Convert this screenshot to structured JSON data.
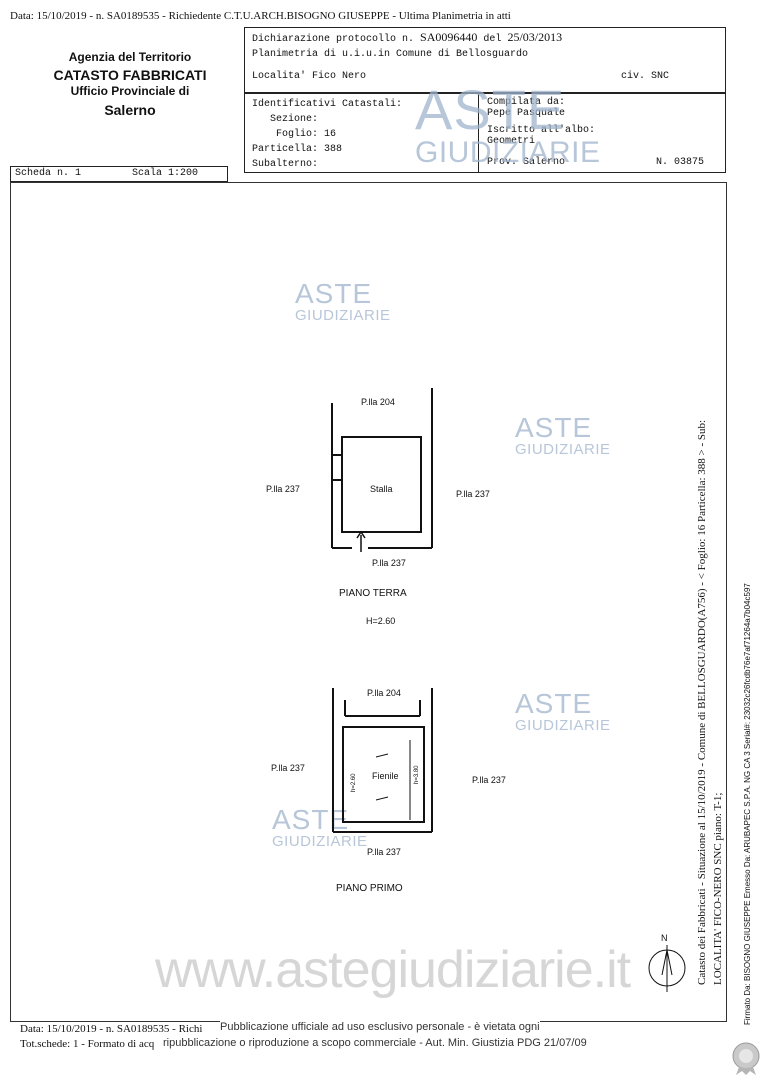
{
  "header_line": "Data: 15/10/2019 -  n. SA0189535 - Richiedente C.T.U.ARCH.BISOGNO GIUSEPPE - Ultima Planimetria in atti",
  "agency": {
    "line1": "Agenzia del Territorio",
    "line2": "CATASTO FABBRICATI",
    "line3": "Ufficio Provinciale di",
    "line4": "Salerno"
  },
  "declaration": {
    "label": "Dichiarazione protocollo n.",
    "number": "SA0096440",
    "del": "del",
    "date": "25/03/2013",
    "planimetria": "Planimetria di u.i.u.in Comune di Bellosguardo",
    "localita": "Localita' Fico Nero",
    "civ": "civ. SNC"
  },
  "identificativi": {
    "title": "Identificativi Catastali:",
    "sezione": "Sezione:",
    "foglio_label": "Foglio:",
    "foglio": "16",
    "particella_label": "Particella:",
    "particella": "388",
    "subalterno": "Subalterno:"
  },
  "compilata": {
    "title": "Compilata da:",
    "name": "Pepe Pasquale",
    "iscritto": "Iscritto all'albo:",
    "albo": "Geometri",
    "prov": "Prov. Salerno",
    "n": "N. 03875"
  },
  "scheda": {
    "label": "Scheda n. 1",
    "scala": "Scala 1:200"
  },
  "plan_terra": {
    "north": "P.lla 204",
    "west": "P.lla 237",
    "east": "P.lla 237",
    "south": "P.lla 237",
    "room": "Stalla",
    "title": "PIANO TERRA",
    "height": "H=2.60"
  },
  "plan_primo": {
    "north": "P.lla 204",
    "west": "P.lla 237",
    "east": "P.lla 237",
    "south": "P.lla 237",
    "room": "Fienile",
    "h_left": "h=2.60",
    "h_right": "h=3.80",
    "title": "PIANO PRIMO"
  },
  "north_label": "N",
  "side_text_1": "Catasto dei Fabbricati - Situazione al 15/10/2019 - Comune di BELLOSGUARDO(A756) - < Foglio: 16 Particella: 388 > - Sub:",
  "side_text_2": "LOCALITA' FICO-NERO SNC piano: T-1;",
  "side_text_3": "Firmato Da: BISOGNO GIUSEPPE Emesso Da: ARUBAPEC S.P.A. NG CA 3 Serial#: 23032c26fcdb76e7af71264a7b04c597",
  "watermark": {
    "big": "ASTE",
    "small": "GIUDIZIARIE",
    "site": "www.astegiudiziarie.it"
  },
  "footer": {
    "line1": "Data: 15/10/2019 -  n. SA0189535 - Richi",
    "line2": "Tot.schede: 1 - Formato di acq",
    "notice1": "Pubblicazione ufficiale ad uso esclusivo personale - è vietata ogni",
    "notice2": "ripubblicazione o riproduzione a scopo commerciale - Aut. Min. Giustizia PDG 21/07/09"
  }
}
